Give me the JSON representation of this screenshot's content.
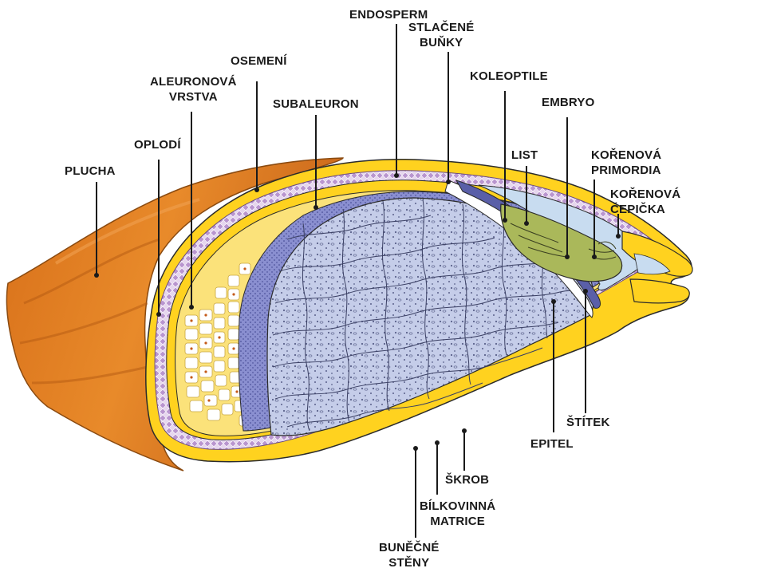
{
  "labels": {
    "endosperm": "ENDOSPERM",
    "stlacene_1": "STLAČENÉ",
    "stlacene_2": "BUŇKY",
    "koleoptile": "KOLEOPTILE",
    "embryo": "EMBRYO",
    "osemeni": "OSEMENÍ",
    "aleuron_1": "ALEURONOVÁ",
    "aleuron_2": "VRSTVA",
    "subaleuron": "SUBALEURON",
    "oplodi": "OPLODÍ",
    "plucha": "PLUCHA",
    "list": "LIST",
    "korenova_primordia_1": "KOŘENOVÁ",
    "korenova_primordia_2": "PRIMORDIA",
    "korenova_cepicka_1": "KOŘENOVÁ",
    "korenova_cepicka_2": "ČEPIČKA",
    "stitek": "ŠTÍTEK",
    "epitel": "EPITEL",
    "skrob": "ŠKROB",
    "bilkovinna_1": "BÍLKOVINNÁ",
    "bilkovinna_2": "MATRICE",
    "bunecne_1": "BUNĚČNÉ",
    "bunecne_2": "STĚNY"
  },
  "colors": {
    "husk": "#e07a1e",
    "husk_dark": "#b35a12",
    "yellow": "#ffd21f",
    "aleurone": "#fbe27a",
    "pericarp": "#c8a8d8",
    "subaleurone": "#8a8fd0",
    "endosperm": "#c5cde9",
    "cellwall": "#3a3f63",
    "embryo": "#aab85a",
    "scutellum": "#5a5fa8",
    "lightblue": "#c8dcf0",
    "outline": "#2b2b2b"
  }
}
